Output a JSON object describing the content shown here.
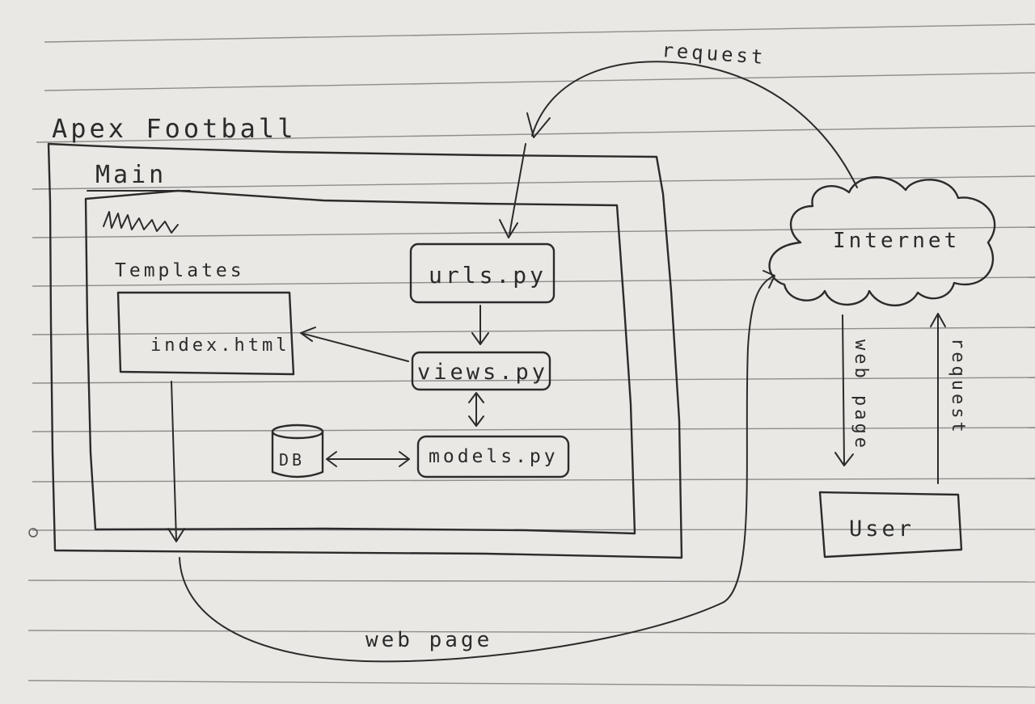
{
  "diagram": {
    "project_label": "Apex Football",
    "app_label": "Main",
    "templates_label": "Templates",
    "index_file": "index.html",
    "urls_file": "urls.py",
    "views_file": "views.py",
    "models_file": "models.py",
    "db_label": "DB",
    "internet_label": "Internet",
    "user_label": "User",
    "request_top": "request",
    "request_side": "request",
    "web_page_side": "web page",
    "web_page_bottom": "web page"
  }
}
